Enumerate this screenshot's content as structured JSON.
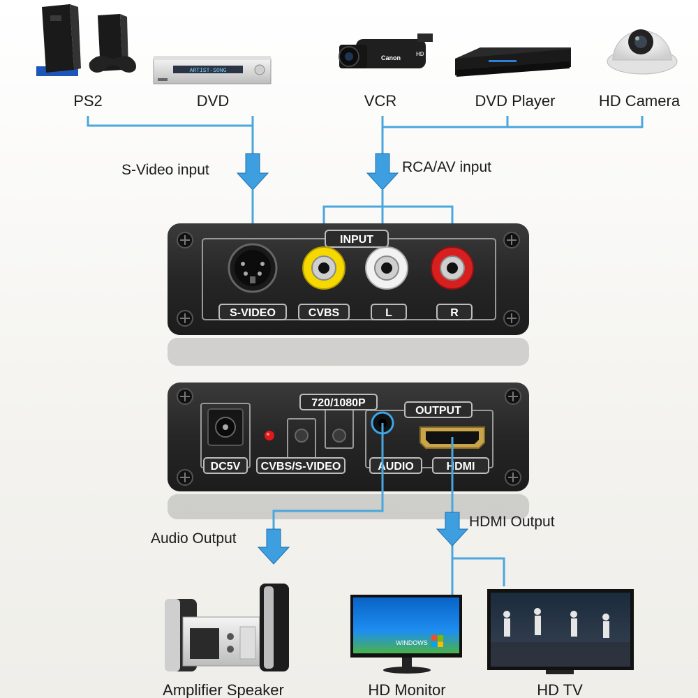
{
  "sources": {
    "ps2": "PS2",
    "dvd": "DVD",
    "vcr": "VCR",
    "dvd_player": "DVD Player",
    "hd_camera": "HD Camera"
  },
  "device_text": {
    "dvd_display": "ARTIST-SONG",
    "camera_brand": "Canon",
    "camera_badge": "HD"
  },
  "flow_labels": {
    "svideo_input": "S-Video input",
    "rca_av_input": "RCA/AV input",
    "audio_output": "Audio Output",
    "hdmi_output": "HDMI Output"
  },
  "input_panel": {
    "title": "INPUT",
    "ports": [
      "S-VIDEO",
      "CVBS",
      "L",
      "R"
    ]
  },
  "output_panel": {
    "dc": "DC5V",
    "mode_switch": "CVBS/S-VIDEO",
    "resolution": "720/1080P",
    "title": "OUTPUT",
    "audio": "AUDIO",
    "hdmi": "HDMI"
  },
  "destinations": {
    "speaker": "Amplifier Speaker",
    "monitor": "HD Monitor",
    "monitor_screen_text": "WINDOWS",
    "tv": "HD TV"
  },
  "colors": {
    "line": "#4aa6dc",
    "arrow": "#3d9ee0",
    "panel": "#2b2b2b",
    "rca_yellow": "#f5d800",
    "rca_white": "#f2f2f2",
    "rca_red": "#d81f1f"
  }
}
